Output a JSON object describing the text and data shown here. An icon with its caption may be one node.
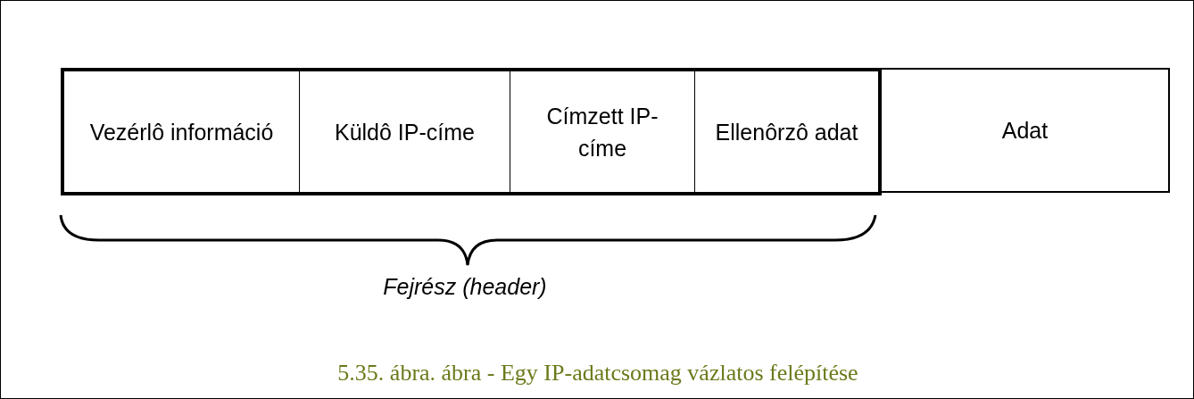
{
  "diagram": {
    "caption": "5.35. ábra. ábra - Egy IP-adatcsomag vázlatos felépítése",
    "nodes": [
      {
        "text": [
          "Vezérlô információ"
        ]
      },
      {
        "text": [
          "Küldô IP-címe"
        ]
      },
      {
        "text": [
          "Címzett IP-címe"
        ]
      },
      {
        "text": [
          "Ellenôrzô adat"
        ]
      },
      {
        "text": [
          "Adat"
        ]
      }
    ],
    "labels": [
      "Fejrész (header)"
    ]
  }
}
